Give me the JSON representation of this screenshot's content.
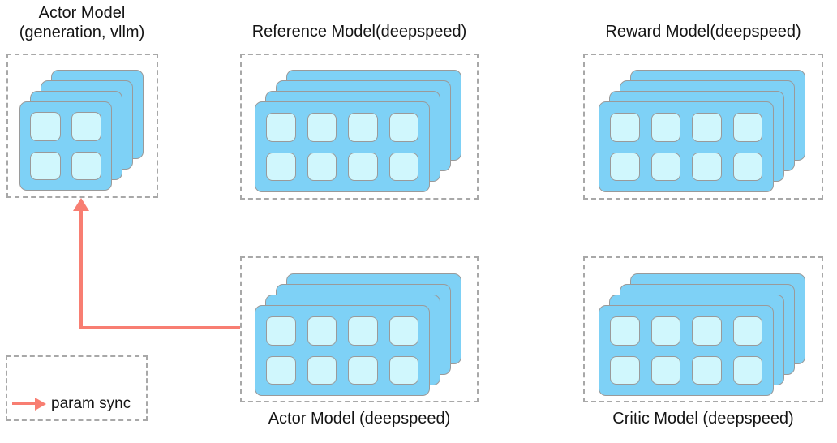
{
  "diagram": {
    "title": "RLHF model placement diagram",
    "groups": [
      {
        "id": "actor-vllm",
        "label_lines": [
          "Actor Model",
          "(generation, vllm)"
        ],
        "label_position": "top",
        "cards": 4,
        "grid_rows": 2,
        "grid_cols": 2
      },
      {
        "id": "reference-model",
        "label_lines": [
          "Reference Model(deepspeed)"
        ],
        "label_position": "top",
        "cards": 4,
        "grid_rows": 2,
        "grid_cols": 4
      },
      {
        "id": "reward-model",
        "label_lines": [
          "Reward Model(deepspeed)"
        ],
        "label_position": "top",
        "cards": 4,
        "grid_rows": 2,
        "grid_cols": 4
      },
      {
        "id": "actor-deepspeed",
        "label_lines": [
          "Actor Model (deepspeed)"
        ],
        "label_position": "bottom",
        "cards": 4,
        "grid_rows": 2,
        "grid_cols": 4
      },
      {
        "id": "critic-model",
        "label_lines": [
          "Critic Model (deepspeed)"
        ],
        "label_position": "bottom",
        "cards": 4,
        "grid_rows": 2,
        "grid_cols": 4
      }
    ],
    "arrow": {
      "meaning": "param sync",
      "from": "actor-deepspeed",
      "to": "actor-vllm"
    },
    "legend": {
      "label": "param sync"
    },
    "colors": {
      "card_fill": "#7ED1F6",
      "cell_fill": "#D0F7FD",
      "card_border": "#9A9A9A",
      "box_border": "#A8A8A8",
      "arrow": "#F87E72",
      "text": "#141414"
    }
  }
}
